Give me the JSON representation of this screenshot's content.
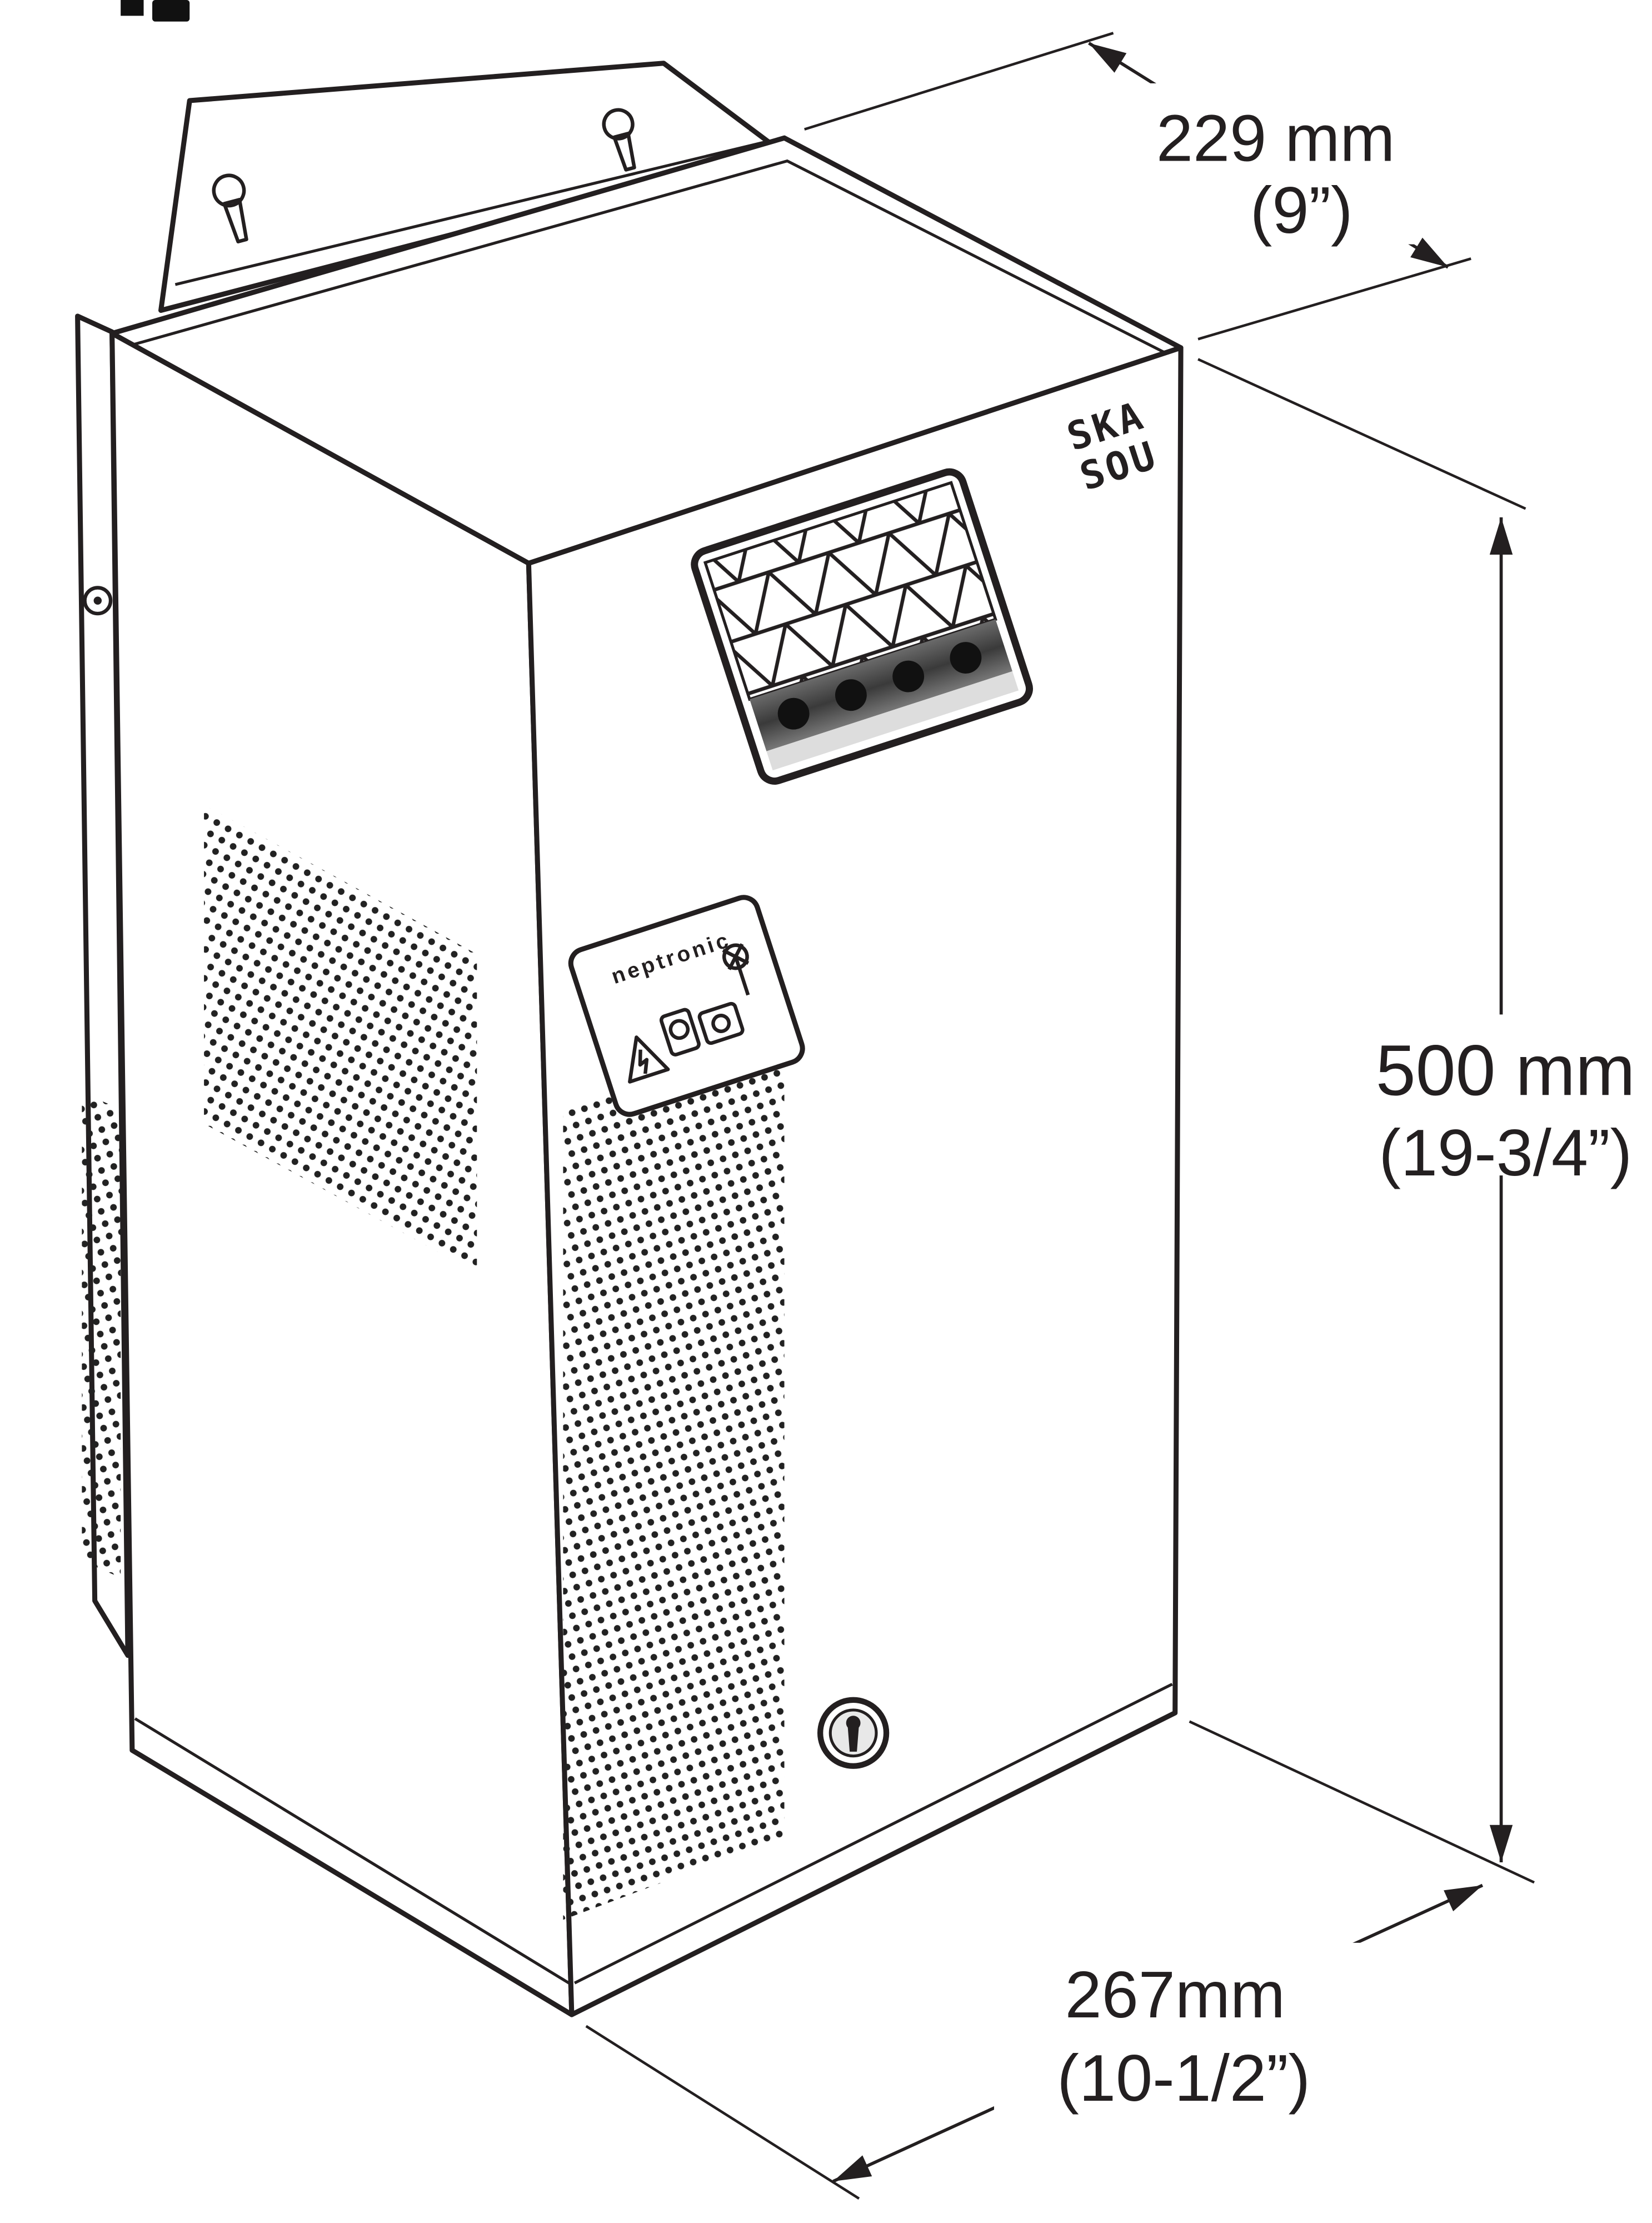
{
  "dimensions": {
    "depth": {
      "metric": "229 mm",
      "imperial": "(9”)"
    },
    "height": {
      "metric": "500 mm",
      "imperial": "(19-3/4”)"
    },
    "width": {
      "metric": "267mm",
      "imperial": "(10-1/2”)"
    }
  },
  "unit": {
    "model_badge_line1": "SKA",
    "model_badge_line2": "SOU",
    "brand_label": "neptronic"
  },
  "colors": {
    "line": "#231f20",
    "background": "#ffffff",
    "display_band": "#4a4a4a",
    "led": "#111111",
    "lock_inner": "#e8e8e8"
  }
}
